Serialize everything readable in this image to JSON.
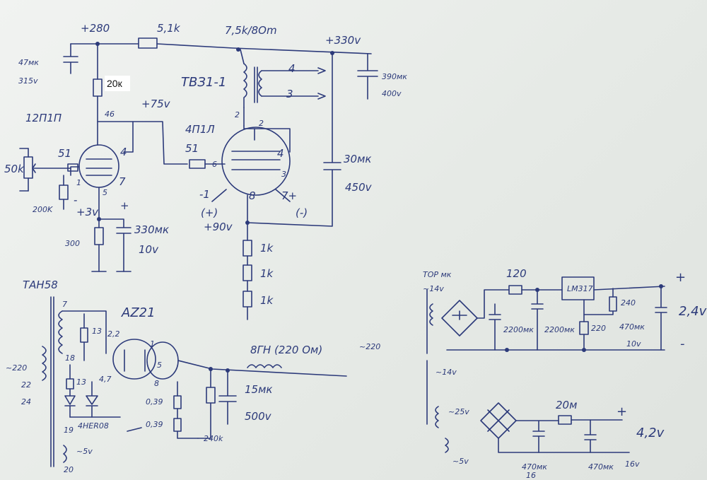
{
  "labels": {
    "v280": "+280",
    "r51k": "5,1k",
    "r75k": "7,5k/8Om",
    "v330": "+330v",
    "c47": "47мк",
    "c47v": "315v",
    "c390": "390мк",
    "c390v": "400v",
    "tv": "ТВЗ1-1",
    "sec4": "4",
    "sec3": "3",
    "tube1": "12П1П",
    "v75": "+75v",
    "n46": "46",
    "tube2": "4П1Л",
    "n2a": "2",
    "n2b": "2",
    "pot": "50k",
    "r51a": "51",
    "n4a": "4",
    "n1a": "1",
    "n5": "5",
    "n7a": "7",
    "r200k": "200K",
    "r51b": "51",
    "n6": "6",
    "n4b": "4",
    "n3": "3",
    "c30": "30мк",
    "c30v": "450v",
    "m1": "-1",
    "n8a": "8",
    "p7": "7+",
    "plus1": "(+)",
    "minus1": "(-)",
    "v90": "+90v",
    "v3": "+3v",
    "mn": "-",
    "pl": "+",
    "r300": "300",
    "c330": "330мк",
    "c330v": "10v",
    "r1k1": "1k",
    "r1k2": "1k",
    "r1k3": "1k",
    "tan": "ТАН58",
    "az": "АZ21",
    "n7b": "7",
    "n13a": "13",
    "n22a": "2,2",
    "n18": "18",
    "n1b": "1",
    "n5b": "5",
    "n13b": "13",
    "n47": "4,7",
    "n8b": "8",
    "r039a": "0,39",
    "r039b": "0,39",
    "her": "4HER08",
    "n19": "19",
    "v5": "~5v",
    "n20": "20",
    "v220a": "~220",
    "n22b": "22",
    "n24": "24",
    "r240": "240k",
    "gn": "8ГН (220 Ом)",
    "c15": "15мк",
    "c15v": "500v",
    "tor": "ТОР мк",
    "v14": "~14v",
    "r120": "120",
    "lm": "LM317",
    "r240b": "240",
    "c2200a": "2200мк",
    "c2200b": "2200мк",
    "r220": "220",
    "c470a": "470мк",
    "c470av": "10v",
    "v24": "2,4v",
    "plus2": "+",
    "minus2": "-",
    "v220b": "~220",
    "v14b": "~14v",
    "v25": "~25v",
    "r20": "20м",
    "plus3": "+",
    "v42": "4,2v",
    "v5b": "~5v",
    "c470b": "470мк",
    "c470bv": "16",
    "c470c": "470мк",
    "c470cv": "16v"
  },
  "sticker": "20к"
}
